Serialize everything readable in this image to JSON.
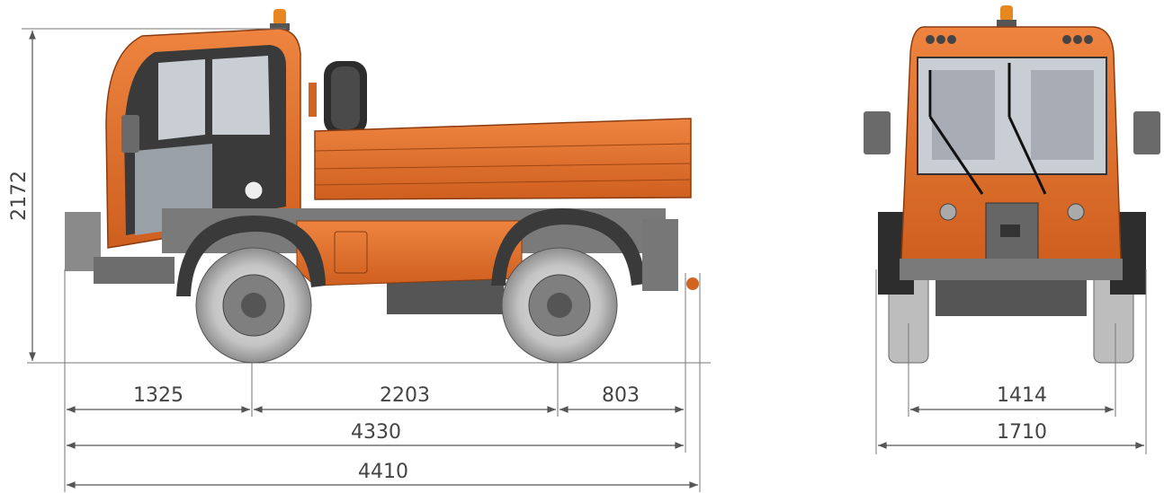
{
  "side_view": {
    "height_label": "2172",
    "front_overhang_label": "1325",
    "wheelbase_label": "2203",
    "rear_overhang_label": "803",
    "body_length_label": "4330",
    "overall_length_label": "4410"
  },
  "front_view": {
    "track_label": "1414",
    "overall_width_label": "1710"
  },
  "colors": {
    "body_orange": "#e0702a",
    "body_orange_dark": "#b8531a",
    "chassis_grey": "#6b6b6b",
    "tire_grey": "#bdbdbd",
    "glass": "#c9cdd4"
  }
}
